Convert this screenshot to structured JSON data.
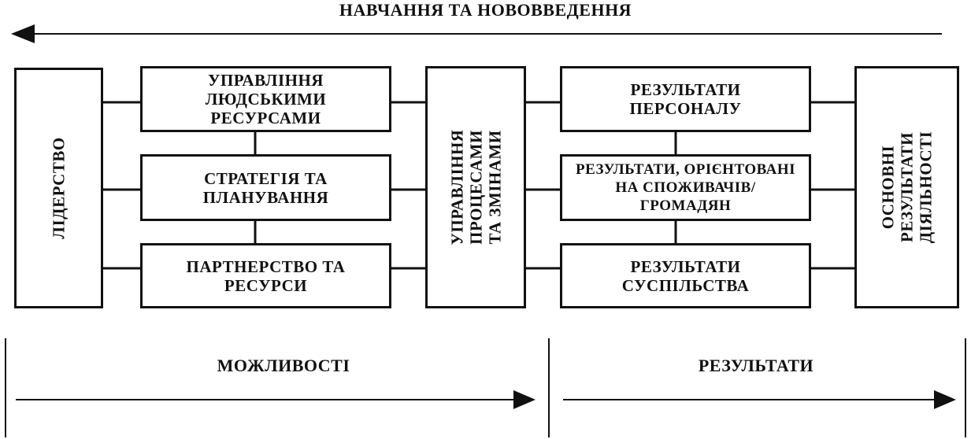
{
  "top_arrow": {
    "label": "НАВЧАННЯ ТА НОВОВВЕДЕННЯ"
  },
  "enablers_section": {
    "heading": "МОЖЛИВОСТІ",
    "leadership": "ЛІДЕРСТВО",
    "people_management": "УПРАВЛІННЯ\nЛЮДСЬКИМИ\nРЕСУРСАМИ",
    "strategy_planning": "СТРАТЕГІЯ ТА\nПЛАНУВАННЯ",
    "partnership_resources": "ПАРТНЕРСТВО ТА\nРЕСУРСИ",
    "process_change_management": "УПРАВЛІННЯ\nПРОЦЕСАМИ\nТА ЗМІНАМИ"
  },
  "results_section": {
    "heading": "РЕЗУЛЬТАТИ",
    "people_results": "РЕЗУЛЬТАТИ\nПЕРСОНАЛУ",
    "customer_results": "РЕЗУЛЬТАТИ, ОРІЄНТОВАНІ\nНА СПОЖИВАЧІВ/\nГРОМАДЯН",
    "society_results": "РЕЗУЛЬТАТИ\nСУСПІЛЬСТВА",
    "key_performance_results": "ОСНОВНІ РЕЗУЛЬТАТИ\nДІЯЛЬНОСТІ"
  }
}
